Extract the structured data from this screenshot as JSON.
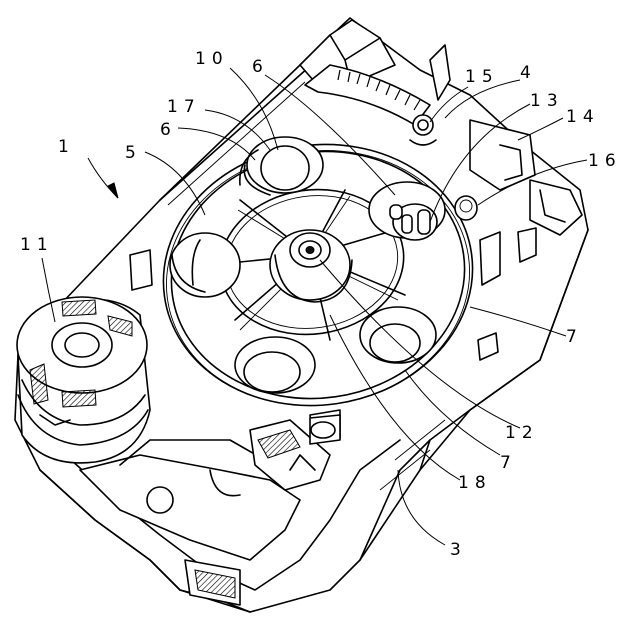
{
  "figure": {
    "reference_labels": [
      {
        "id": "r1",
        "text": "1"
      },
      {
        "id": "r3",
        "text": "3"
      },
      {
        "id": "r4",
        "text": "4"
      },
      {
        "id": "r5",
        "text": "5"
      },
      {
        "id": "r6a",
        "text": "6"
      },
      {
        "id": "r6b",
        "text": "6"
      },
      {
        "id": "r7a",
        "text": "7"
      },
      {
        "id": "r7b",
        "text": "7"
      },
      {
        "id": "r10",
        "text": "10"
      },
      {
        "id": "r11",
        "text": "11"
      },
      {
        "id": "r12",
        "text": "12"
      },
      {
        "id": "r13",
        "text": "13"
      },
      {
        "id": "r14",
        "text": "14"
      },
      {
        "id": "r15",
        "text": "15"
      },
      {
        "id": "r16",
        "text": "16"
      },
      {
        "id": "r17",
        "text": "17"
      },
      {
        "id": "r18",
        "text": "18"
      }
    ]
  }
}
